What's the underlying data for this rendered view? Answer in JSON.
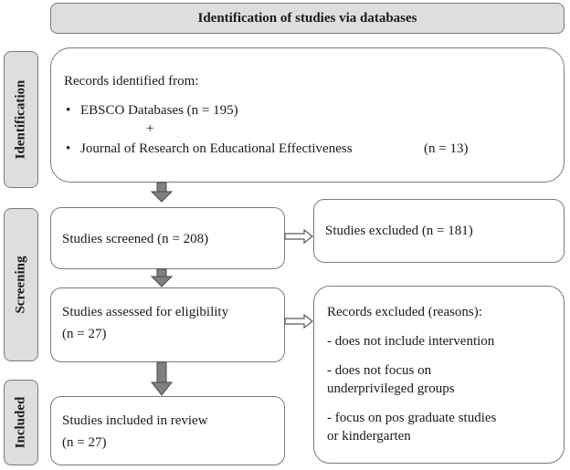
{
  "header": {
    "title": "Identification of studies via databases"
  },
  "phases": {
    "identification": "Identification",
    "screening": "Screening",
    "included": "Included"
  },
  "identification_box": {
    "heading": "Records identified  from:",
    "item1": "EBSCO Databases (n = 195)",
    "plus": "+",
    "item2": "Journal of Research on Educational Effectiveness",
    "item2_count": "(n = 13)",
    "bullet": "•"
  },
  "screened_box": {
    "text": "Studies screened (n = 208)"
  },
  "excluded_box": {
    "text": "Studies excluded (n = 181)"
  },
  "eligibility_box": {
    "line1": "Studies assessed for eligibility",
    "line2": "(n = 27)"
  },
  "reasons_box": {
    "heading": "Records excluded (reasons):",
    "r1": "- does not include intervention",
    "r2a": "- does not focus on",
    "r2b": "underprivileged  groups",
    "r3a": "- focus on pos graduate studies",
    "r3b": "or kindergarten"
  },
  "included_box": {
    "line1": "Studies included in review",
    "line2": "(n = 27)"
  }
}
